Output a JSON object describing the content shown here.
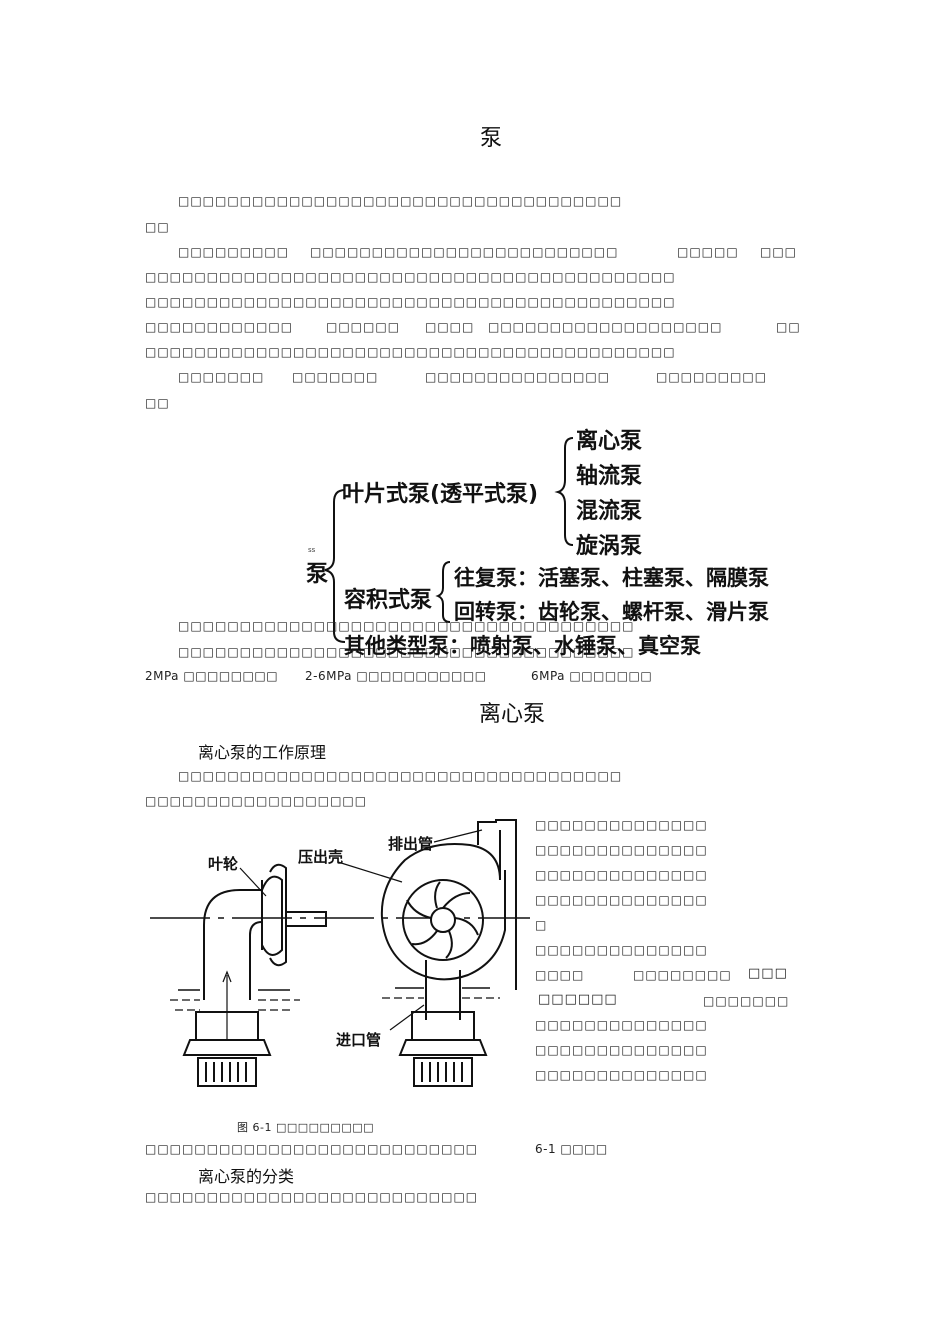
{
  "doc": {
    "title": "泵",
    "intro": {
      "p1a": "□□□□□□□□□□□□□□□□□□□□□□□□□□□□□□□□□□□□",
      "p1b": "□□",
      "p2a": "□□□□□□□□□",
      "p2b": "□□□□□□□□□□□□□□□□□□□□□□□□□",
      "p2c": "□□□□□",
      "p2d": "□□□",
      "p3": "□□□□□□□□□□□□□□□□□□□□□□□□□□□□□□□□□□□□□□□□□□□",
      "p4": "□□□□□□□□□□□□□□□□□□□□□□□□□□□□□□□□□□□□□□□□□□□",
      "p5a": "□□□□□□□□□□□□",
      "p5b": "□□□□□□",
      "p5c": "□□□□",
      "p5d": "□□□□□□□□□□□□□□□□□□□",
      "p5e": "□□",
      "p6": "□□□□□□□□□□□□□□□□□□□□□□□□□□□□□□□□□□□□□□□□□□□",
      "p7a": "□□□□□□□",
      "p7b": "□□□□□□□",
      "p7c": "□□□□□□□□□□□□□□□",
      "p7d": "□□□□□□□□□",
      "p7e": "□□"
    },
    "classification": {
      "root": "泵",
      "vane": "叶片式泵(透平式泵)",
      "vane_items": [
        "离心泵",
        "轴流泵",
        "混流泵",
        "旋涡泵"
      ],
      "volumetric": "容积式泵",
      "reciprocating": "往复泵：活塞泵、柱塞泵、隔膜泵",
      "rotary": "回转泵：齿轮泵、螺杆泵、滑片泵",
      "other": "其他类型泵：喷射泵、水锤泵、真空泵"
    },
    "after_tree": {
      "l1": "□□□□□□□□□□□□□□□□□□□□□□□□□□□□□□□□□□□□□",
      "l2": "□□□□□□□□□□□□□□□□□□□□□□□□□□□□□□□□□□□□□",
      "p_low": "2MPa □□□□□□□□",
      "p_mid": "2-6MPa □□□□□□□□□□□",
      "p_high": "6MPa □□□□□□□"
    },
    "centrifugal": {
      "title": "离心泵",
      "principle_heading": "离心泵的工作原理",
      "principle_l1": "□□□□□□□□□□□□□□□□□□□□□□□□□□□□□□□□□□□□",
      "principle_l2": "□□□□□□□□□□□□□□□□□□",
      "right_col": [
        "□□□□□□□□□□□□□□",
        "□□□□□□□□□□□□□□",
        "□□□□□□□□□□□□□□",
        "□□□□□□□□□□□□□□",
        "□",
        "□□□□□□□□□□□□□□"
      ],
      "right_row7a": "□□□□",
      "right_row7b": "□□□□□□□□",
      "right_row7c": "□□□",
      "right_row8a": "□□□□□□",
      "right_row8b": "□□□□□□□",
      "right_col_tail": [
        "□□□□□□□□□□□□□□",
        "□□□□□□□□□□□□□□",
        "□□□□□□□□□□□□□□"
      ],
      "figure_labels": {
        "impeller": "叶轮",
        "casing": "压出壳",
        "discharge": "排出管",
        "inlet": "进口管"
      },
      "caption": "图  6-1 □□□□□□□□□",
      "after_fig_a": "□□□□□□□□□□□□□□□□□□□□□□□□□□□",
      "after_fig_b": "6-1 □□□□",
      "class_heading": "离心泵的分类",
      "class_l1": "□□□□□□□□□□□□□□□□□□□□□□□□□□□"
    }
  }
}
